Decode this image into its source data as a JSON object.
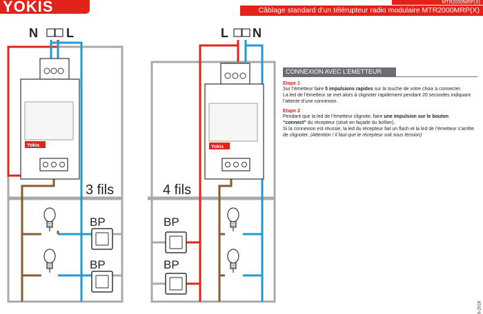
{
  "brand": {
    "logo_text": "YOKIS",
    "model_strip": "MTR2000MRP(X)"
  },
  "header": {
    "title": "Câblage standard d’un télérupteur radio modulaire MTR2000MRP(X)"
  },
  "colors": {
    "red": "#e2231a",
    "blue": "#1f9ad6",
    "brown": "#8b5a2b",
    "grey": "#a7a9ac"
  },
  "diagram_left": {
    "terminal_n": "N",
    "terminal_l": "L",
    "wire_count_label": "3 fils",
    "bp_top": "BP",
    "bp_bottom": "BP",
    "module_brand": "Yokis"
  },
  "diagram_right": {
    "terminal_l": "L",
    "terminal_n": "N",
    "wire_count_label": "4 fils",
    "bp_top": "BP",
    "bp_bottom": "BP",
    "module_brand": "Yokis"
  },
  "panel": {
    "header": "CONNEXION AVEC L’EMETTEUR",
    "step1_title": "Etape 1",
    "step1_a": "Sur l’émetteur faire ",
    "step1_bold": "5 impulsions rapides",
    "step1_b": " sur la touche de votre choix à connecter.",
    "step1_c": "La led de l’émetteur se met alors à clignoter rapidement pendant 20 secondes indiquant l’attente d’une connexion.",
    "step2_title": "Etape 2",
    "step2_a": "Pendant que la led de l’émetteur clignote, faire ",
    "step2_bold1": "une impulsion sur le bouton",
    "step2_bold2": "“connect”",
    "step2_b": " du récepteur (situé en façade du boîtier).",
    "step2_c": "Si la connexion est réussie, la led du récepteur fait un flash et la led de l’émetteur s’arrête de clignoter. ",
    "step2_italic": "(Attention ! il faut que le récepteur soit sous tension)"
  },
  "reference": "6-2016"
}
